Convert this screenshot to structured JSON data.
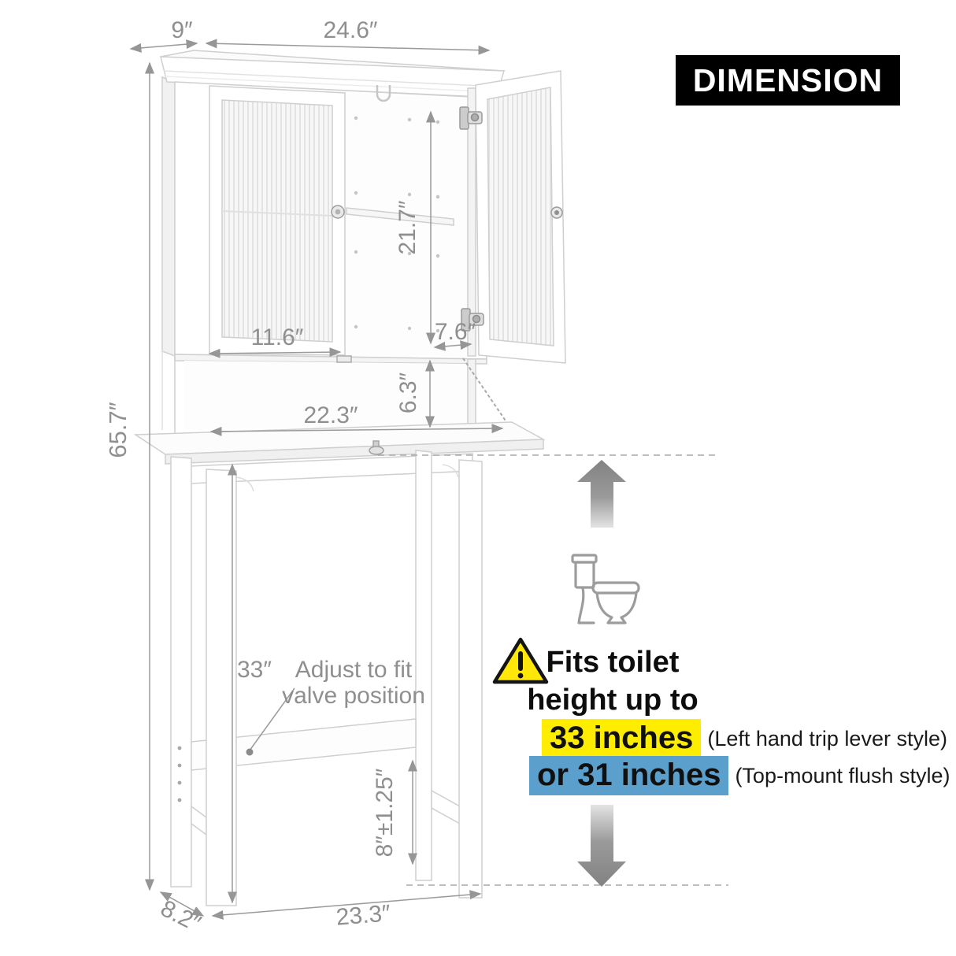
{
  "banner": {
    "label": "DIMENSION",
    "bg": "#000000",
    "fg": "#ffffff"
  },
  "dimension_labels": {
    "top_depth": "9″",
    "top_width": "24.6″",
    "door_inner_height": "21.7″",
    "left_door_width": "11.6″",
    "right_door_width": "7.6″",
    "open_shelf_height": "6.3″",
    "open_shelf_width": "22.3″",
    "overall_height": "65.7″",
    "under_clearance": "33″",
    "crossbar_adjust": "8″±1.25″",
    "base_width": "23.3″",
    "base_depth": "8.2″"
  },
  "notes": {
    "valve_line1": "Adjust to fit",
    "valve_line2": "valve position"
  },
  "fit_info": {
    "title_line1": "Fits toilet",
    "title_line2": "height up to",
    "option1_value": "33 inches",
    "option1_note": "(Left hand trip lever style)",
    "option1_highlight": "#FFED00",
    "option2_value": "or 31 inches",
    "option2_note": "(Top-mount flush style)",
    "option2_highlight": "#5B9FCD"
  },
  "icons": {
    "warning": "warning-triangle-icon",
    "toilet": "toilet-side-icon",
    "arrow_up": "up-arrow-icon",
    "arrow_down": "down-arrow-icon"
  }
}
